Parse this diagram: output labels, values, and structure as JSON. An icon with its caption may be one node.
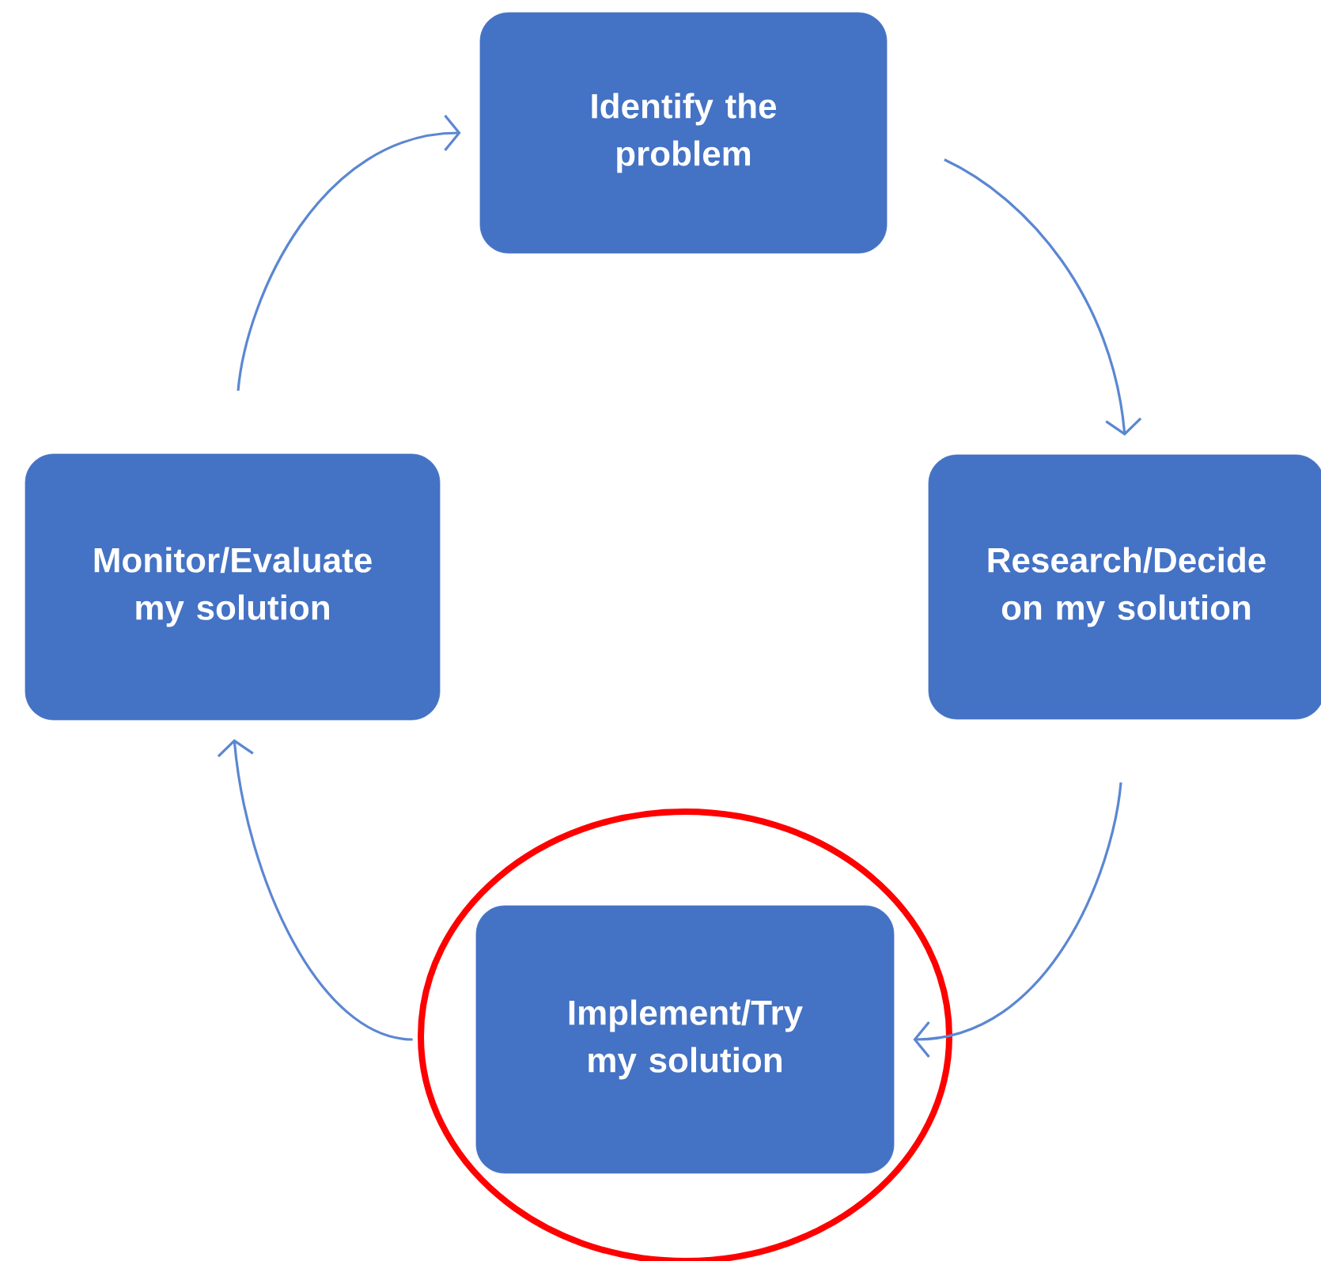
{
  "diagram": {
    "nodes": [
      {
        "text": [
          "Identify the problem"
        ]
      },
      {
        "text": [
          "Research/Decide on my solution"
        ]
      },
      {
        "text": [
          "Implement/Try my solution"
        ]
      },
      {
        "text": [
          "Monitor/Evaluate my solution"
        ]
      }
    ],
    "edges": [
      {
        "from": 0,
        "to": 1,
        "arrow": "to"
      },
      {
        "from": 1,
        "to": 2,
        "arrow": "to"
      },
      {
        "from": 2,
        "to": 3,
        "arrow": "to"
      },
      {
        "from": 3,
        "to": 0,
        "arrow": "to"
      }
    ]
  }
}
